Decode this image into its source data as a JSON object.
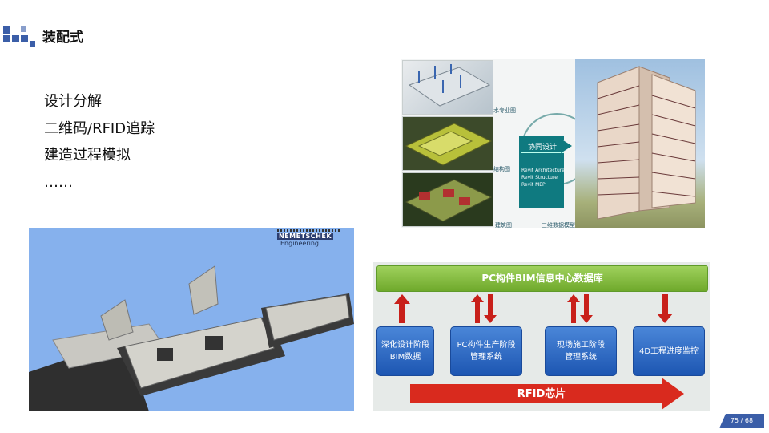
{
  "slide": {
    "title": "装配式",
    "bullets": [
      "设计分解",
      "二维码/RFID追踪",
      "建造过程模拟",
      "……"
    ],
    "page_number": "75 / 68"
  },
  "collage": {
    "labels": [
      "水专业图",
      "结构图",
      "建筑图",
      "三维数据模型"
    ],
    "center_title": "协同设计",
    "center_lines": [
      "Revit  Architecture",
      "Revit  Structure",
      "Revit  MEP"
    ]
  },
  "render": {
    "brand_name": "NEMETSCHEK",
    "brand_sub": "Engineering"
  },
  "diagram": {
    "database": "PC构件BIM信息中心数据库",
    "systems": [
      {
        "line1": "深化设计阶段",
        "line2": "BIM数据"
      },
      {
        "line1": "PC构件生产阶段",
        "line2": "管理系统"
      },
      {
        "line1": "现场施工阶段",
        "line2": "管理系统"
      },
      {
        "line1": "4D工程进度监控",
        "line2": ""
      }
    ],
    "rfid": "RFID芯片"
  },
  "colors": {
    "accent": "#3b5ea8",
    "green": "#6fa92c",
    "blue": "#1d56b2",
    "red": "#c8201a",
    "teal": "#0f7a80"
  }
}
